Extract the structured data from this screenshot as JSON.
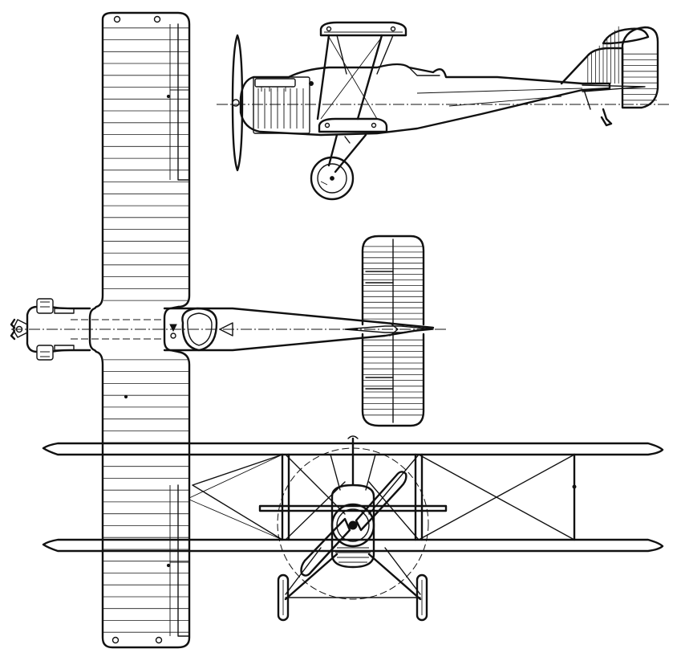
{
  "colors": {
    "ink": "#111111",
    "paper": "#ffffff"
  },
  "views": [
    {
      "id": "plan-view",
      "label": ""
    },
    {
      "id": "side-view",
      "label": ""
    },
    {
      "id": "front-view",
      "label": ""
    }
  ],
  "rib_counts": {
    "upper_wing": 52,
    "tailplane_port": 14,
    "tailplane_starboard": 14,
    "fin": 9,
    "rudder": 9
  }
}
